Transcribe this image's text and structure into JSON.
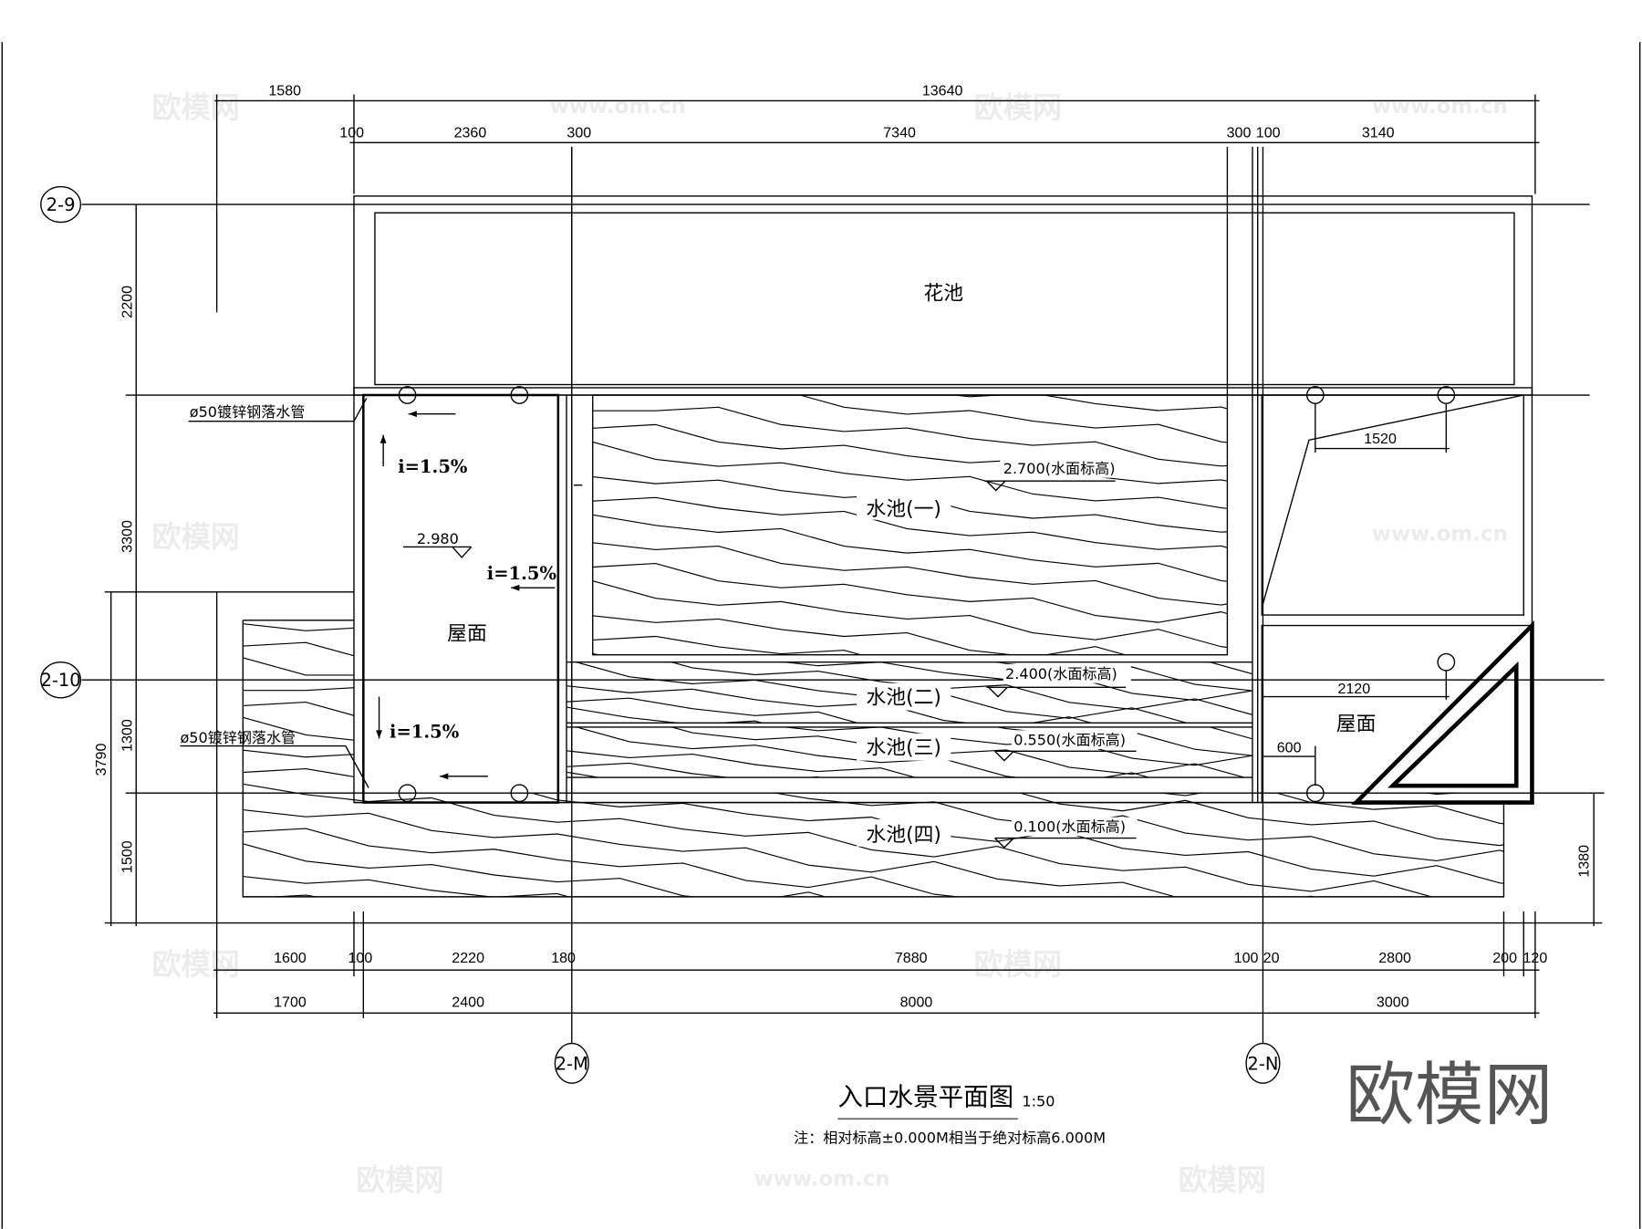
{
  "drawing": {
    "title": "入口水景平面图",
    "scale": "1:50",
    "note": "注：相对标高±0.000M相当于绝对标高6.000M",
    "logo": "欧模网",
    "watermark_logo": "欧模网",
    "watermark_url": "www.om.cn"
  },
  "grid_axes": {
    "a": "2-9",
    "b": "2-10",
    "c": "2-M",
    "d": "2-N"
  },
  "dimensions": {
    "top_overall": [
      "1580",
      "13640"
    ],
    "top_detail": [
      "100",
      "2360",
      "300",
      "7340",
      "300",
      "100",
      "3140"
    ],
    "bottom_detail": [
      "1600",
      "100",
      "2220",
      "180",
      "7880",
      "100",
      "20",
      "2800",
      "200",
      "120"
    ],
    "bottom_overall": [
      "1700",
      "2400",
      "8000",
      "3000"
    ],
    "left": [
      "2200",
      "3300",
      "1300",
      "1500",
      "3790"
    ],
    "right": [
      "1380"
    ],
    "internal": [
      "1520",
      "2120",
      "600"
    ]
  },
  "labels": {
    "planter": "花池",
    "pool1": "水池(一)",
    "pool1_level": "2.700(水面标高)",
    "pool2": "水池(二)",
    "pool2_level": "2.400(水面标高)",
    "pool3": "水池(三)",
    "pool3_level": "0.550(水面标高)",
    "pool4": "水池(四)",
    "pool4_level": "0.100(水面标高)",
    "roof_left": "屋面",
    "roof_right": "屋面",
    "roof_level": "2.980",
    "slope1": "i=1.5%",
    "slope2": "i=1.5%",
    "slope3": "i=1.5%",
    "downpipe1": "ø50镀锌钢落水管",
    "downpipe2": "ø50镀锌钢落水管"
  }
}
